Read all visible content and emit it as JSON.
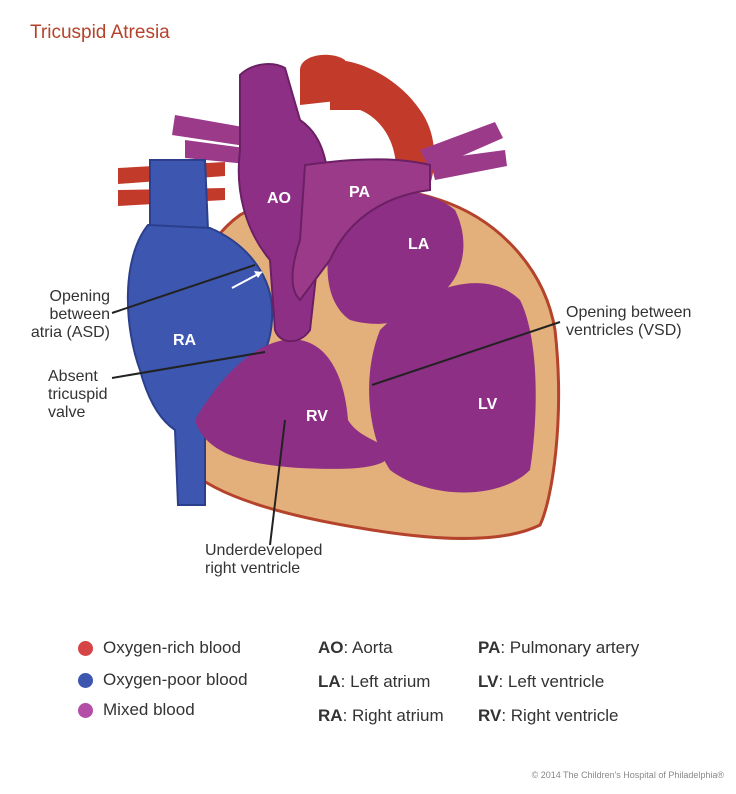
{
  "title": "Tricuspid Atresia",
  "chambers": {
    "ao": "AO",
    "pa": "PA",
    "la": "LA",
    "ra": "RA",
    "rv": "RV",
    "lv": "LV"
  },
  "callouts": {
    "asd": [
      "Opening",
      "between",
      "atria (ASD)"
    ],
    "absent_valve": [
      "Absent",
      "tricuspid",
      "valve"
    ],
    "vsd": [
      "Opening between",
      "ventricles (VSD)"
    ],
    "underdeveloped": [
      "Underdeveloped",
      "right ventricle"
    ]
  },
  "legend": [
    {
      "label": "Oxygen-rich blood",
      "color": "#d64545"
    },
    {
      "label": "Oxygen-poor blood",
      "color": "#3d56b0"
    },
    {
      "label": "Mixed blood",
      "color": "#b44da6"
    }
  ],
  "abbreviations": [
    {
      "abbr": "AO",
      "meaning": ": Aorta"
    },
    {
      "abbr": "PA",
      "meaning": ": Pulmonary artery"
    },
    {
      "abbr": "LA",
      "meaning": ": Left atrium"
    },
    {
      "abbr": "LV",
      "meaning": ": Left ventricle"
    },
    {
      "abbr": "RA",
      "meaning": ": Right atrium"
    },
    {
      "abbr": "RV",
      "meaning": ": Right ventricle"
    }
  ],
  "copyright": "© 2014 The Children's Hospital of Philadelphia®",
  "colors": {
    "oxygen_rich": "#c23a2a",
    "oxygen_poor": "#3d56b0",
    "mixed": "#8e2f86",
    "muscle": "#e3b07c"
  }
}
